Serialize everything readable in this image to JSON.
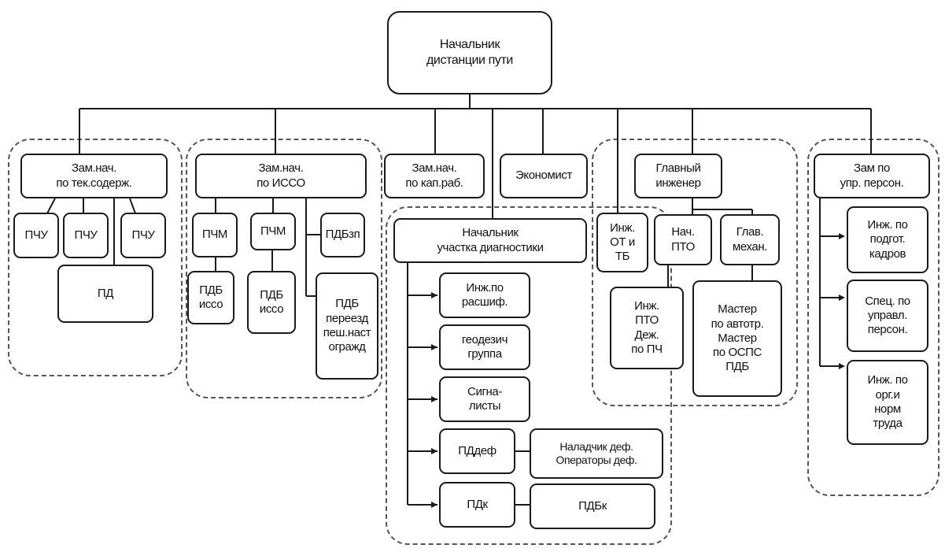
{
  "diagram": {
    "root": {
      "label": "Начальник\nдистанции пути"
    },
    "branches": [
      {
        "id": "tech",
        "label": "Зам.нач.\nпо тек.содерж.",
        "children": [
          "ПЧУ",
          "ПЧУ",
          "ПЧУ",
          "ПД"
        ]
      },
      {
        "id": "isso",
        "label": "Зам.нач.\nпо ИССО",
        "children": [
          "ПЧМ",
          "ПЧМ",
          "ПДБзп",
          "ПДБ\nиссо",
          "ПДБ\nиссо",
          "ПДБ\nпереезд\nпеш.наст\nогражд"
        ]
      },
      {
        "id": "kap",
        "label": "Зам.нач.\nпо кап.раб."
      },
      {
        "id": "econ",
        "label": "Экономист"
      },
      {
        "id": "diag",
        "label": "Начальник\nучастка диагностики",
        "children": [
          "Инж.по\nрасшиф.",
          "геодезич\nгруппа",
          "Сигна-\nлисты",
          "ПДдеф",
          "ПДк"
        ],
        "sub": [
          "Наладчик деф.\nОператоры деф.",
          "ПДБк"
        ]
      },
      {
        "id": "chief",
        "label": "Главный\nинженер",
        "children": [
          "Инж.\nОТ и\nТБ",
          "Нач.\nПТО",
          "Глав.\nмехан."
        ],
        "sub": [
          "Инж.\nПТО\nДеж.\nпо ПЧ",
          "Мастер\nпо автотр.\nМастер\nпо ОСПС\nПДБ"
        ]
      },
      {
        "id": "hr",
        "label": "Зам по\nупр. персон.",
        "children": [
          "Инж. по\nподгот.\nкадров",
          "Спец. по\nуправл.\nперсон.",
          "Инж. по\nорг.и\nнорм\nтруда"
        ]
      }
    ]
  }
}
